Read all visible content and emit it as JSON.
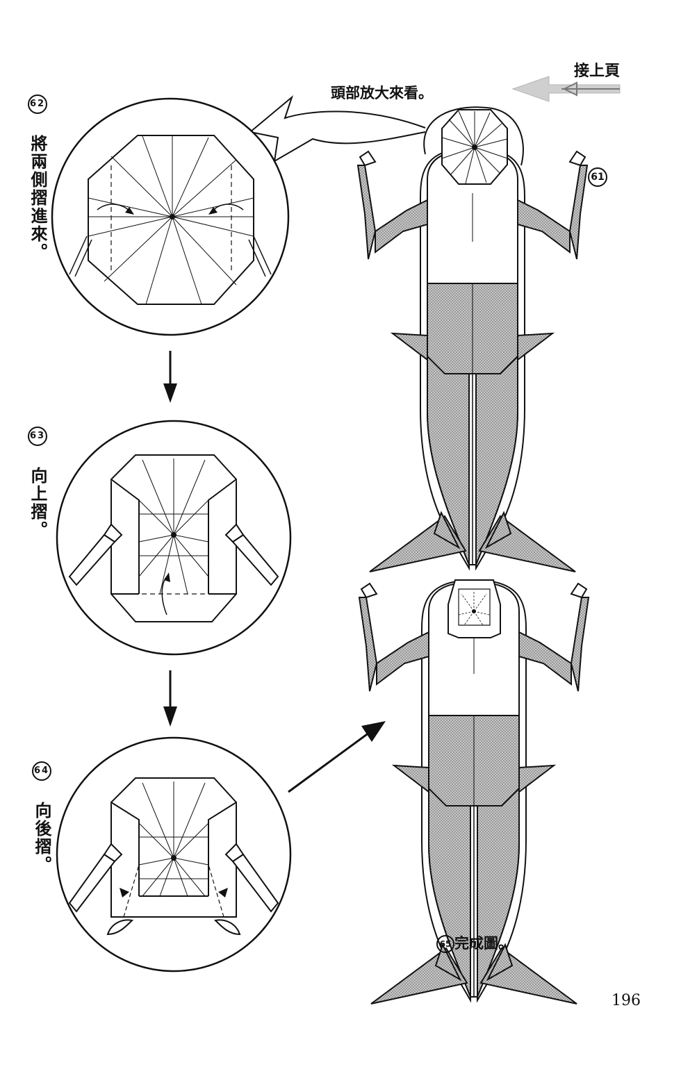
{
  "header": {
    "continue_label": "接上頁",
    "zoom_note": "頭部放大來看。"
  },
  "steps": [
    {
      "number": "62",
      "text": "將兩側摺進來。"
    },
    {
      "number": "63",
      "text": "向上摺。"
    },
    {
      "number": "64",
      "text": "向後摺。"
    },
    {
      "number": "61",
      "text": ""
    },
    {
      "number": "65",
      "text": "完成圖。"
    }
  ],
  "page_number": "196",
  "colors": {
    "line": "#111111",
    "shade": "#a8a8a8",
    "arrow_light": "#cfcfcf"
  }
}
